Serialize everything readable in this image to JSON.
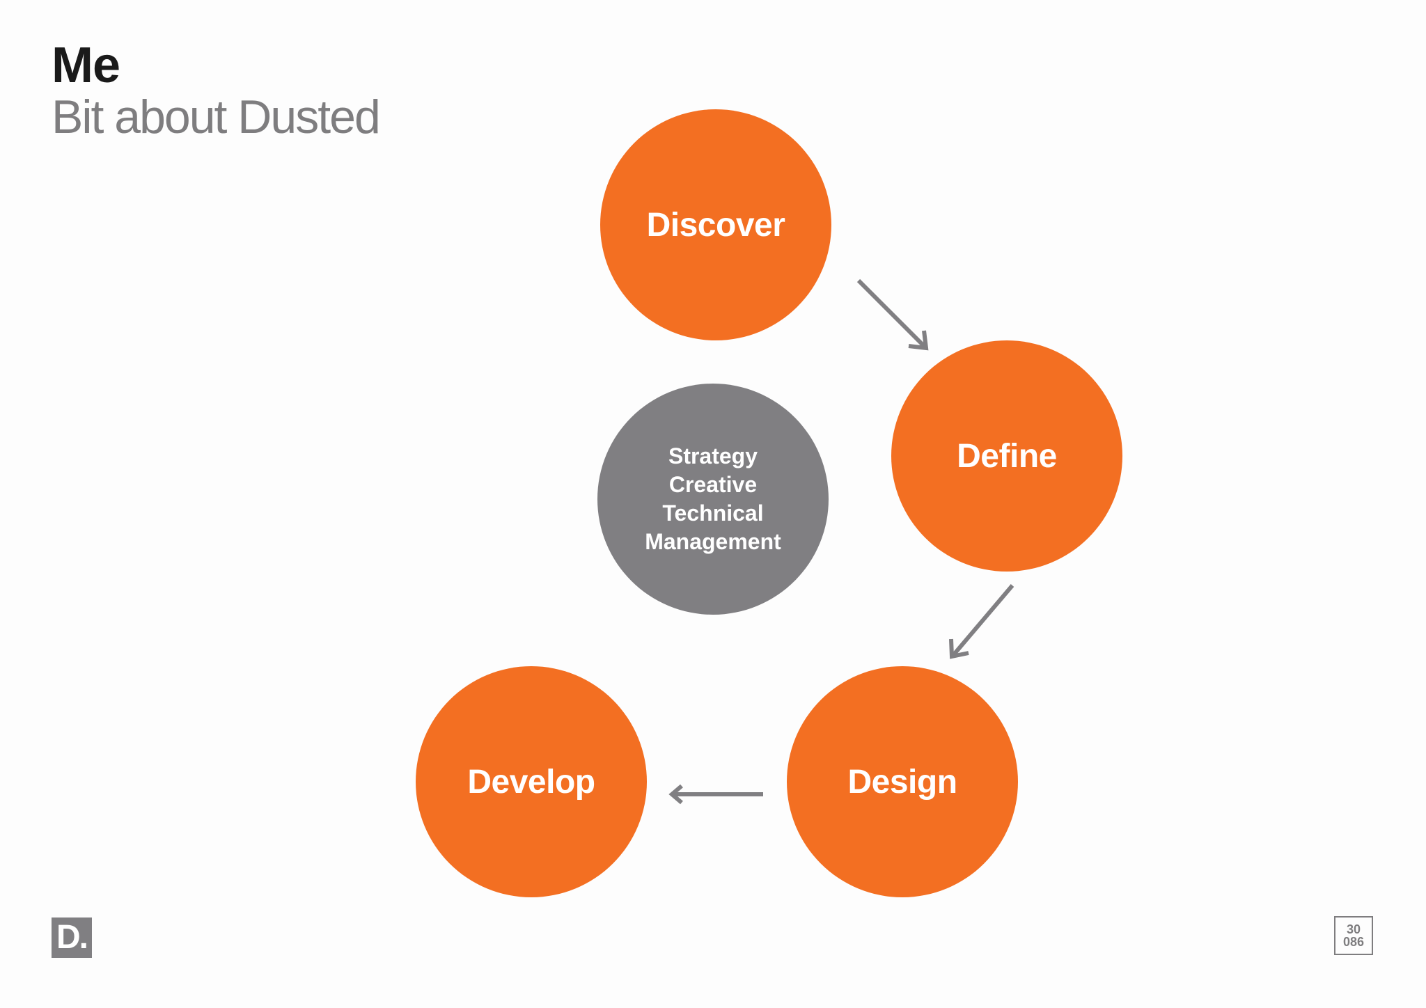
{
  "header": {
    "title": "Me",
    "subtitle": "Bit about Dusted"
  },
  "diagram": {
    "steps": [
      "Discover",
      "Define",
      "Design",
      "Develop"
    ],
    "center_lines": [
      "Strategy",
      "Creative",
      "Technical",
      "Management"
    ]
  },
  "colors": {
    "step": "#f36f22",
    "center": "#807f82",
    "arrow": "#807f82"
  },
  "footer": {
    "logo": "D.",
    "page_line1": "30",
    "page_line2": "086"
  }
}
